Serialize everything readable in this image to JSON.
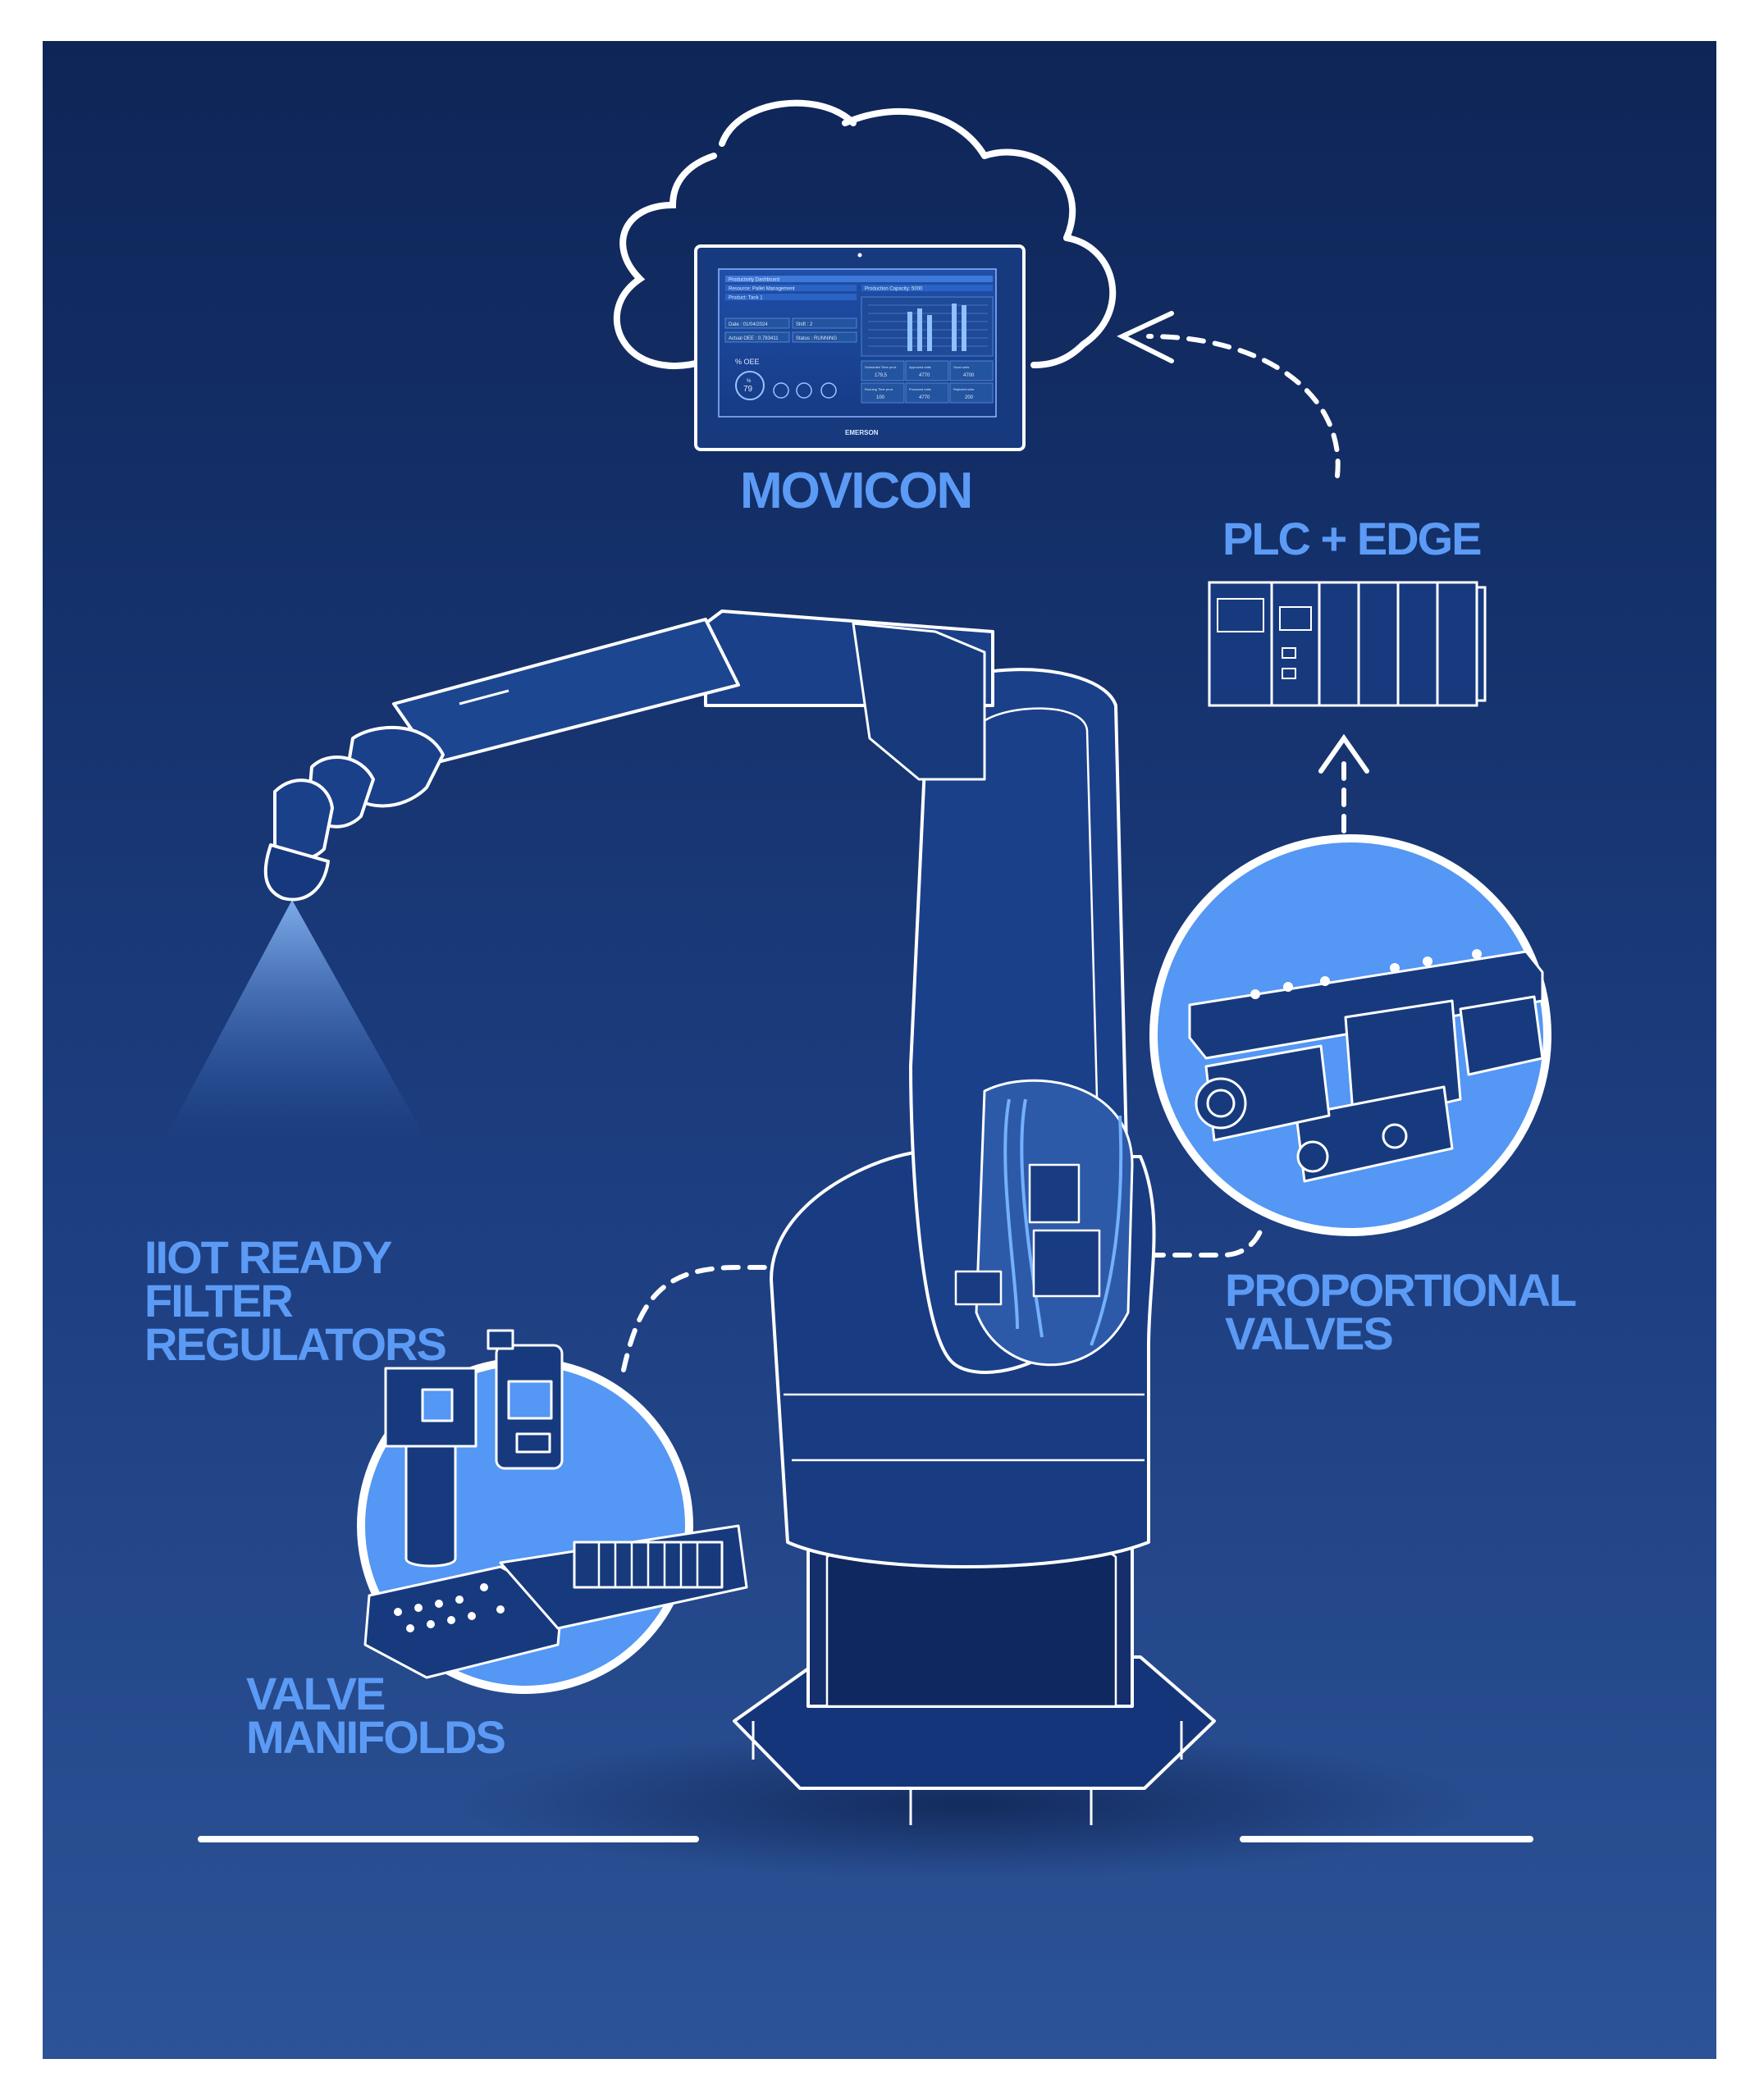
{
  "labels": {
    "movicon": "MOVICON",
    "plc_edge": "PLC + EDGE",
    "iiot_line1": "IIOT READY",
    "iiot_line2": "FILTER",
    "iiot_line3": "REGULATORS",
    "proportional_line1": "PROPORTIONAL",
    "proportional_line2": "VALVES",
    "valve_line1": "VALVE",
    "valve_line2": "MANIFOLDS"
  },
  "dashboard": {
    "title": "Productivity Dashboard",
    "resource": "Resource: Pallet Management",
    "product": "Product: Tank 1",
    "capacity": "Production Capacity: 5000",
    "date": "Date : 01/04/2024",
    "shift": "Shift : 2",
    "actual_oee": "Actual OEE : 0,783411",
    "status": "Status : RUNNING",
    "oee_label": "% OEE",
    "oee_value": "79",
    "oee_unit": "%",
    "brand": "EMERSON",
    "stats": [
      {
        "label": "Scheduled Time prod.",
        "value": "179,5"
      },
      {
        "label": "Approved units",
        "value": "4770"
      },
      {
        "label": "Good units",
        "value": "4700"
      },
      {
        "label": "Running Time prod.",
        "value": "100"
      },
      {
        "label": "Produced units",
        "value": "4770"
      },
      {
        "label": "Rejected units",
        "value": "200"
      }
    ]
  },
  "colors": {
    "background_top": "#0e2557",
    "background_bottom": "#2c5396",
    "accent": "#5c9bf5",
    "line": "#ffffff"
  }
}
